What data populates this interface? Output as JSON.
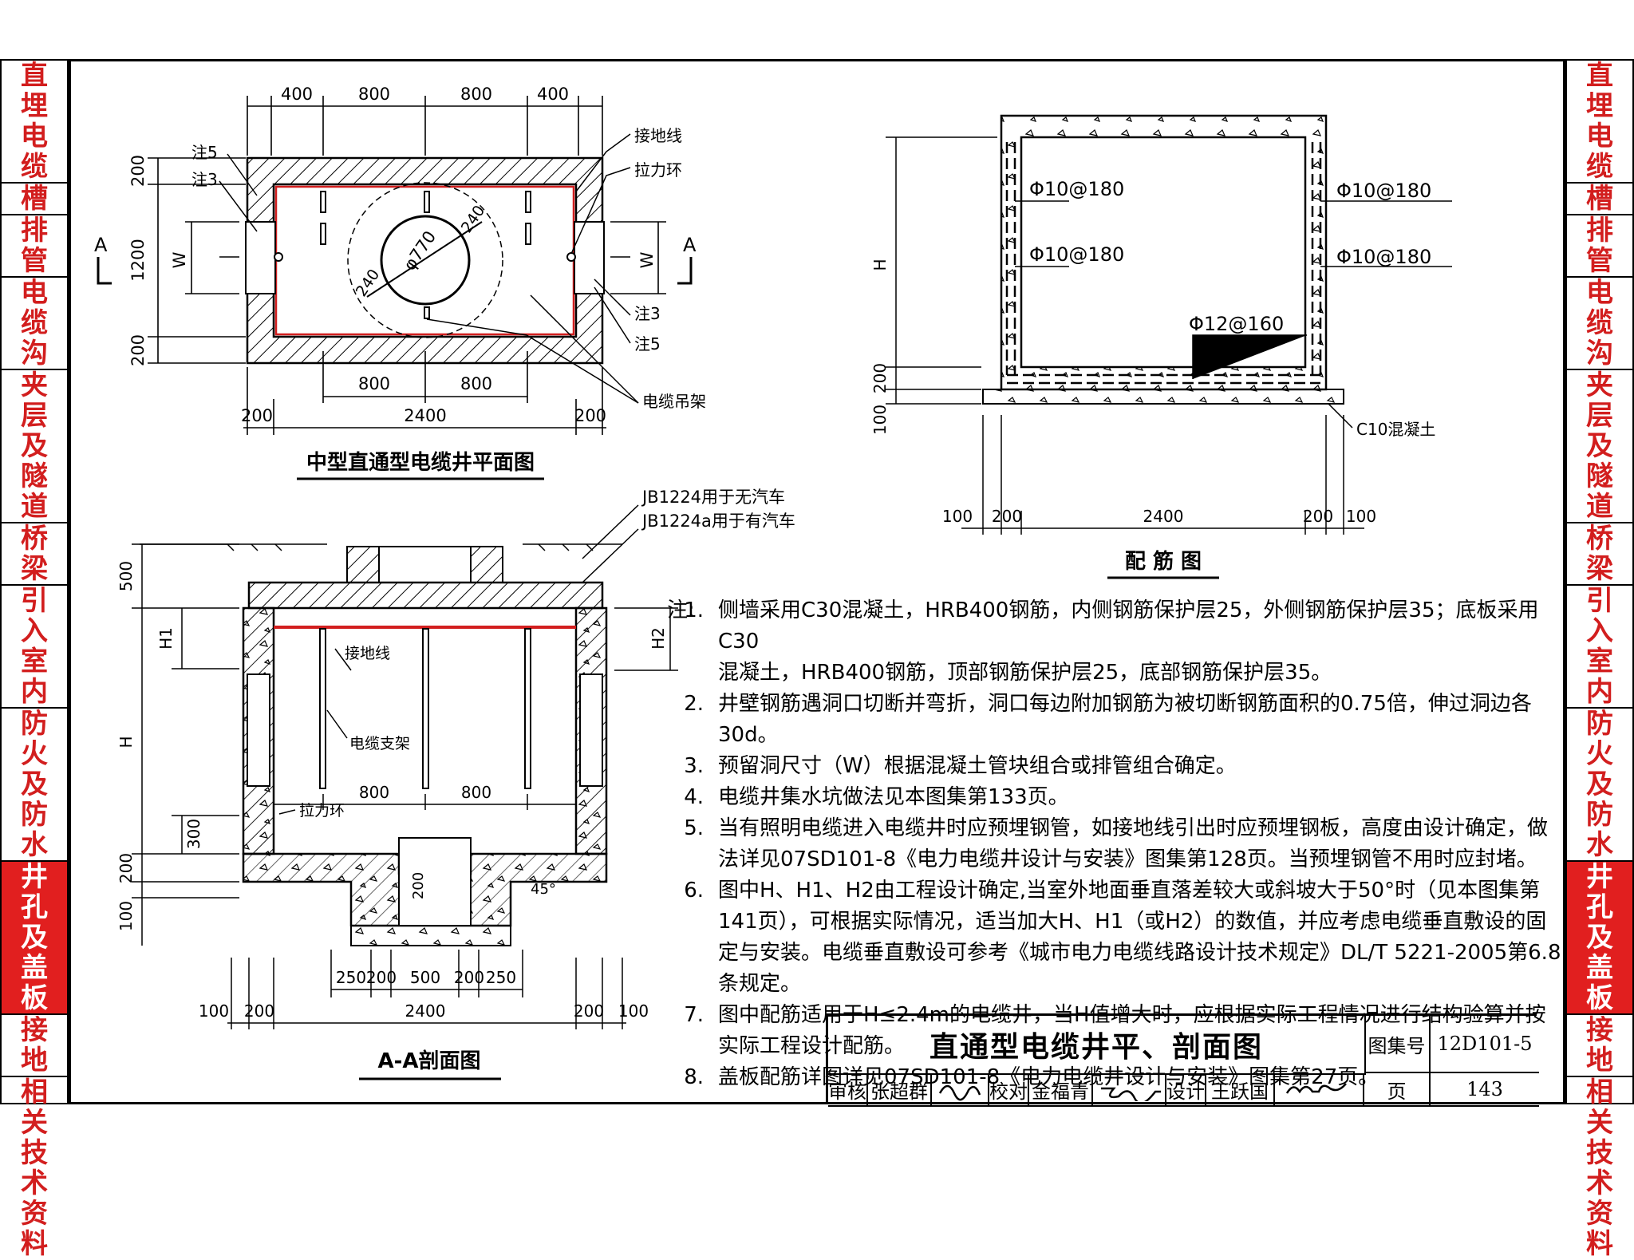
{
  "sidebar": {
    "items": [
      {
        "label": "直埋电缆"
      },
      {
        "label": "槽"
      },
      {
        "label": "排管"
      },
      {
        "label": "电缆沟"
      },
      {
        "label": "夹层及隧道"
      },
      {
        "label": "桥梁"
      },
      {
        "label": "引入室内"
      },
      {
        "label": "防火及防水"
      },
      {
        "label": "井孔及盖板",
        "active": true
      },
      {
        "label": "接地"
      },
      {
        "label": "相关技术资料"
      }
    ]
  },
  "plan": {
    "title": "中型直通型电缆井平面图",
    "dims_top": [
      "400",
      "800",
      "800",
      "400"
    ],
    "dims_bottom_inner": [
      "800",
      "800"
    ],
    "dims_bottom": [
      "200",
      "2400",
      "200"
    ],
    "dims_left": [
      "200",
      "1200",
      "200"
    ],
    "w_label": "W",
    "section_mark": "A",
    "circle_dia": "φ770",
    "radius_labels": [
      "240",
      "240"
    ],
    "callouts": {
      "note5": "注5",
      "note3": "注3",
      "ground": "接地线",
      "pull_ring": "拉力环",
      "cable_hanger": "电缆吊架"
    }
  },
  "rebar": {
    "title": "配 筋 图",
    "labels": [
      "Φ10@180",
      "Φ10@180",
      "Φ10@180",
      "Φ10@180",
      "Φ12@160"
    ],
    "concrete": "C10混凝土",
    "dim_h": "H",
    "dims_left": [
      "200",
      "100"
    ],
    "dims_bottom": [
      "100",
      "200",
      "2400",
      "200",
      "100"
    ]
  },
  "section": {
    "title": "A-A剖面图",
    "cover_note_1": "JB1224用于无汽车",
    "cover_note_2": "JB1224a用于有汽车",
    "dims_left": [
      "500",
      "H1",
      "H",
      "300",
      "200",
      "100"
    ],
    "dim_h2": "H2",
    "ground_label": "接地线",
    "bracket_label": "电缆支架",
    "pull_ring": "拉力环",
    "dims_inner": [
      "800",
      "800"
    ],
    "sump_dim": "200",
    "angle": "45°",
    "dims_sump": [
      "250",
      "200",
      "500",
      "200",
      "250"
    ],
    "dims_bottom": [
      "100",
      "200",
      "2400",
      "200",
      "100"
    ]
  },
  "notes": {
    "prefix": "注:",
    "items": [
      {
        "num": "1.",
        "lines": [
          "侧墙采用C30混凝土，HRB400钢筋，内侧钢筋保护层25，外侧钢筋保护层35；底板采用C30",
          "混凝土，HRB400钢筋，顶部钢筋保护层25，底部钢筋保护层35。"
        ]
      },
      {
        "num": "2.",
        "lines": [
          "井壁钢筋遇洞口切断并弯折，洞口每边附加钢筋为被切断钢筋面积的0.75倍，伸过洞边各30d。"
        ]
      },
      {
        "num": "3.",
        "lines": [
          "预留洞尺寸（W）根据混凝土管块组合或排管组合确定。"
        ]
      },
      {
        "num": "4.",
        "lines": [
          "电缆井集水坑做法见本图集第133页。"
        ]
      },
      {
        "num": "5.",
        "lines": [
          "当有照明电缆进入电缆井时应预埋钢管，如接地线引出时应预埋钢板，高度由设计确定，做",
          "法详见07SD101-8《电力电缆井设计与安装》图集第128页。当预埋钢管不用时应封堵。"
        ]
      },
      {
        "num": "6.",
        "lines": [
          "图中H、H1、H2由工程设计确定,当室外地面垂直落差较大或斜坡大于50°时（见本图集第",
          "141页），可根据实际情况，适当加大H、H1（或H2）的数值，并应考虑电缆垂直敷设的固",
          "定与安装。电缆垂直敷设可参考《城市电力电缆线路设计技术规定》DL/T 5221-2005第6.8条规定。"
        ]
      },
      {
        "num": "7.",
        "lines": [
          "图中配筋适用于H≤2.4m的电缆井，当H值增大时，应根据实际工程情况进行结构验算并按",
          "实际工程设计配筋。"
        ]
      },
      {
        "num": "8.",
        "lines": [
          "盖板配筋详图详见07SD101-8《电力电缆井设计与安装》图集第27页。"
        ]
      }
    ]
  },
  "title_block": {
    "title": "直通型电缆井平、剖面图",
    "atlas_label": "图集号",
    "atlas_no": "12D101-5",
    "review_label": "审核",
    "reviewer": "张超群",
    "check_label": "校对",
    "checker": "金福青",
    "design_label": "设计",
    "designer": "王跃国",
    "page_label": "页",
    "page_no": "143"
  },
  "colors": {
    "accent_red": "#d21e1e",
    "sidebar_active": "#e11f1f",
    "hatch": "#000000"
  }
}
